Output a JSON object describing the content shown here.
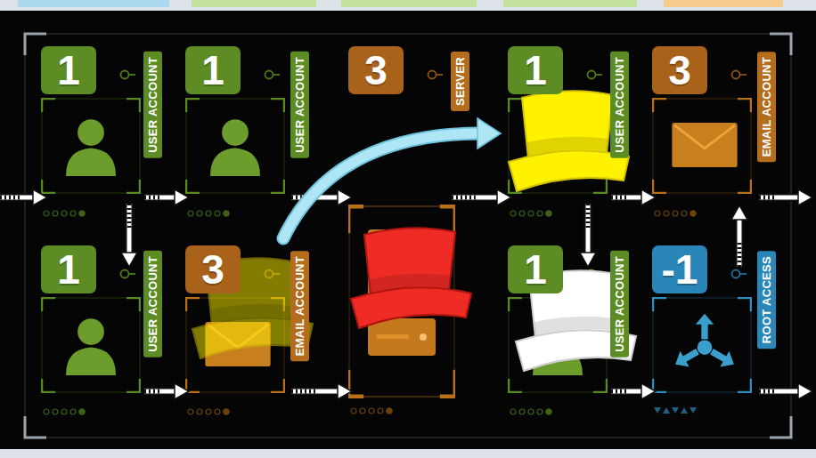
{
  "diagram": {
    "nodes": [
      {
        "text": [
          "1",
          "USER ACCOUNT"
        ]
      },
      {
        "text": [
          "1",
          "USER ACCOUNT"
        ]
      },
      {
        "text": [
          "3",
          "SERVER"
        ]
      },
      {
        "text": [
          "1",
          "USER ACCOUNT"
        ]
      },
      {
        "text": [
          "3",
          "EMAIL ACCOUNT"
        ]
      },
      {
        "text": [
          "1",
          "USER ACCOUNT"
        ]
      },
      {
        "text": [
          "3",
          "EMAIL ACCOUNT"
        ]
      },
      {
        "text": [
          "1",
          "USER ACCOUNT"
        ]
      },
      {
        "text": [
          "-1",
          "ROOT ACCESS"
        ]
      }
    ],
    "edges": [
      {
        "from": 0,
        "to": 1,
        "arrow": "to"
      },
      {
        "from": 0,
        "to": 5,
        "arrow": "to"
      },
      {
        "from": 1,
        "to": 2,
        "arrow": "to"
      },
      {
        "from": 2,
        "to": 3,
        "arrow": "to"
      },
      {
        "from": 3,
        "to": 4,
        "arrow": "to"
      },
      {
        "from": 3,
        "to": 7,
        "arrow": "to"
      },
      {
        "from": 8,
        "to": 4,
        "arrow": "to"
      },
      {
        "from": 5,
        "to": 6,
        "arrow": "to"
      },
      {
        "from": 6,
        "to": 2,
        "arrow": "to"
      },
      {
        "from": 7,
        "to": 8,
        "arrow": "to"
      },
      {
        "from": 6,
        "to": 3,
        "arrow": "to"
      }
    ]
  }
}
